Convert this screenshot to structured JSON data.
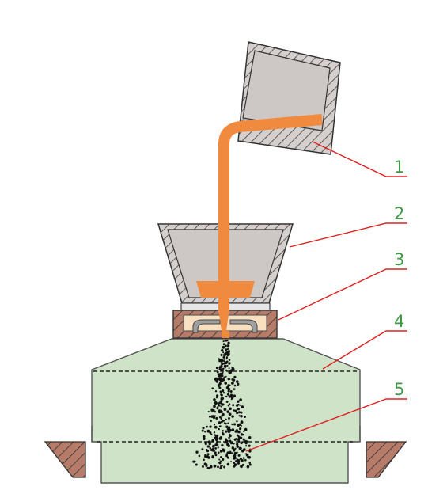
{
  "diagram": {
    "callouts": [
      {
        "label": "1"
      },
      {
        "label": "2"
      },
      {
        "label": "3"
      },
      {
        "label": "4"
      },
      {
        "label": "5"
      }
    ],
    "colors": {
      "metal_stream": "#f08a3e",
      "crucible_fill": "#cdc7c5",
      "lining": "#8d8a88",
      "chamber_fill": "#cfe3c8",
      "nozzle_block": "#b47a57",
      "nozzle_insert": "#f8dfc0",
      "support": "#b67c69",
      "pointer_line": "#e02020",
      "label_text": "#3f9a45",
      "powder": "#111111"
    }
  }
}
